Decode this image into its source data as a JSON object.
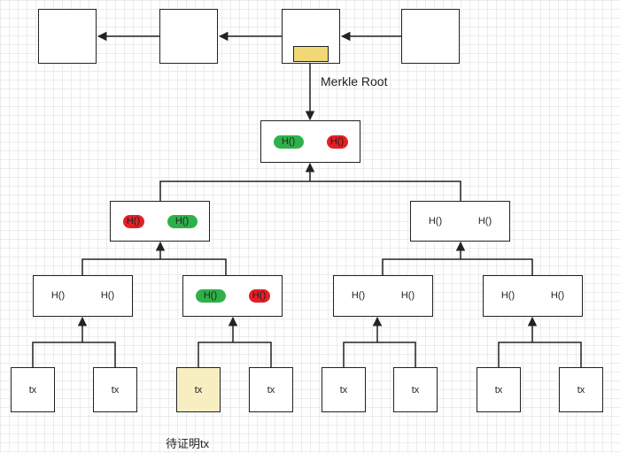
{
  "merkle_root_label": "Merkle Root",
  "hash_label": "H()",
  "tx_label": "tx",
  "target_tx_label": "待证明tx",
  "colors": {
    "proof_hash_green": "#2fb14a",
    "proof_hash_red": "#e41f26",
    "merkle_root_highlight": "#f0d974",
    "target_tx_fill": "#f7eec2",
    "line": "#222222",
    "grid": "#ececec"
  }
}
